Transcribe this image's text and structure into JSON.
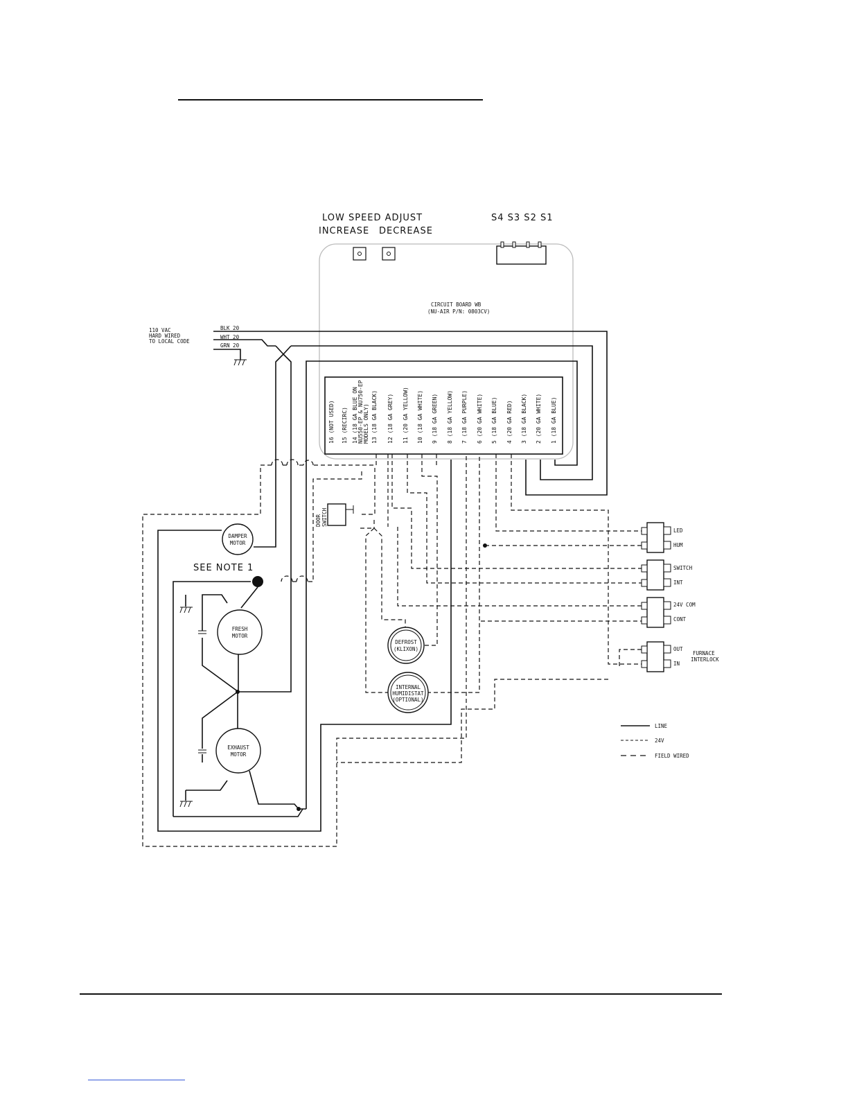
{
  "page_title": "",
  "low_speed": {
    "title": "LOW SPEED ADJUST",
    "increase": "INCREASE",
    "decrease": "DECREASE"
  },
  "switch_labels": "S4  S3  S2  S1",
  "board": {
    "name": "CIRCUIT BOARD WB",
    "part": "(NU-AIR P/N: 0803CV)"
  },
  "supply": {
    "line1": "110 VAC",
    "line2": "HARD WIRED",
    "line3": "TO LOCAL CODE",
    "blk": "BLK 20",
    "wht": "WHT 20",
    "grn": "GRN 20"
  },
  "pins": [
    "16 (NOT USED)",
    "15 (RECIRC)",
    "14 (18 GA BLUE ON",
    "NU550-EP & NU750-EP",
    "MODELS ONLY)",
    "13 (18 GA BLACK)",
    "12 (18 GA GREY)",
    "11 (20 GA YELLOW)",
    "10 (18 GA WHITE)",
    "9 (18 GA GREEN)",
    "8 (18 GA YELLOW)",
    "7 (18 GA PURPLE)",
    "6 (20 GA WHITE)",
    "5 (18 GA BLUE)",
    "4 (20 GA RED)",
    "3 (18 GA BLACK)",
    "2 (20 GA WHITE)",
    "1 (18 GA BLUE)"
  ],
  "components": {
    "damper_1": "DAMPER",
    "damper_2": "MOTOR",
    "see_note": "SEE NOTE 1",
    "fresh_1": "FRESH",
    "fresh_2": "MOTOR",
    "exhaust_1": "EXHAUST",
    "exhaust_2": "MOTOR",
    "door_1": "DOOR",
    "door_2": "SWITCH",
    "defrost_1": "DEFROST",
    "defrost_2": "(KLIXON)",
    "humid_1": "INTERNAL",
    "humid_2": "HUMIDISTAT",
    "humid_3": "(OPTIONAL)"
  },
  "terminals": {
    "led": "LED",
    "hum": "HUM",
    "switch": "SWITCH",
    "int": "INT",
    "com": "24V COM",
    "cont": "CONT",
    "out": "OUT",
    "in": "IN",
    "furnace_1": "FURNACE",
    "furnace_2": "INTERLOCK"
  },
  "legend": {
    "line": "LINE",
    "v24": "24V",
    "field": "FIELD WIRED"
  }
}
